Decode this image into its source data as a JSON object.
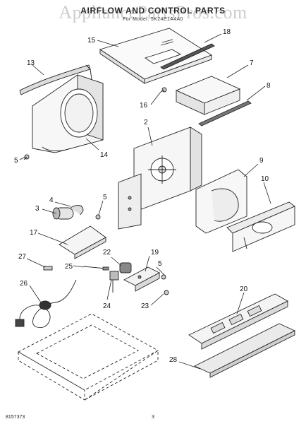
{
  "header": {
    "title": "AIRFLOW AND CONTROL PARTS",
    "subtitle": "For Model: 5K24E1A4A0",
    "watermark": "AppliancePartsPros.com"
  },
  "footer": {
    "doc_number": "8157373",
    "page_number": "3"
  },
  "callouts": [
    {
      "id": "c1",
      "label": "15"
    },
    {
      "id": "c2",
      "label": "18"
    },
    {
      "id": "c3",
      "label": "13"
    },
    {
      "id": "c4",
      "label": "7"
    },
    {
      "id": "c5",
      "label": "8"
    },
    {
      "id": "c6",
      "label": "16"
    },
    {
      "id": "c7",
      "label": "2"
    },
    {
      "id": "c8",
      "label": "14"
    },
    {
      "id": "c9",
      "label": "5"
    },
    {
      "id": "c10",
      "label": "9"
    },
    {
      "id": "c11",
      "label": "10"
    },
    {
      "id": "c12",
      "label": "4"
    },
    {
      "id": "c13",
      "label": "5"
    },
    {
      "id": "c14",
      "label": "3"
    },
    {
      "id": "c15",
      "label": "17"
    },
    {
      "id": "c16",
      "label": "27"
    },
    {
      "id": "c17",
      "label": "22"
    },
    {
      "id": "c18",
      "label": "19"
    },
    {
      "id": "c19",
      "label": "25"
    },
    {
      "id": "c20",
      "label": "5"
    },
    {
      "id": "c21",
      "label": "26"
    },
    {
      "id": "c22",
      "label": "24"
    },
    {
      "id": "c23",
      "label": "23"
    },
    {
      "id": "c24",
      "label": "20"
    },
    {
      "id": "c25",
      "label": "28"
    }
  ]
}
